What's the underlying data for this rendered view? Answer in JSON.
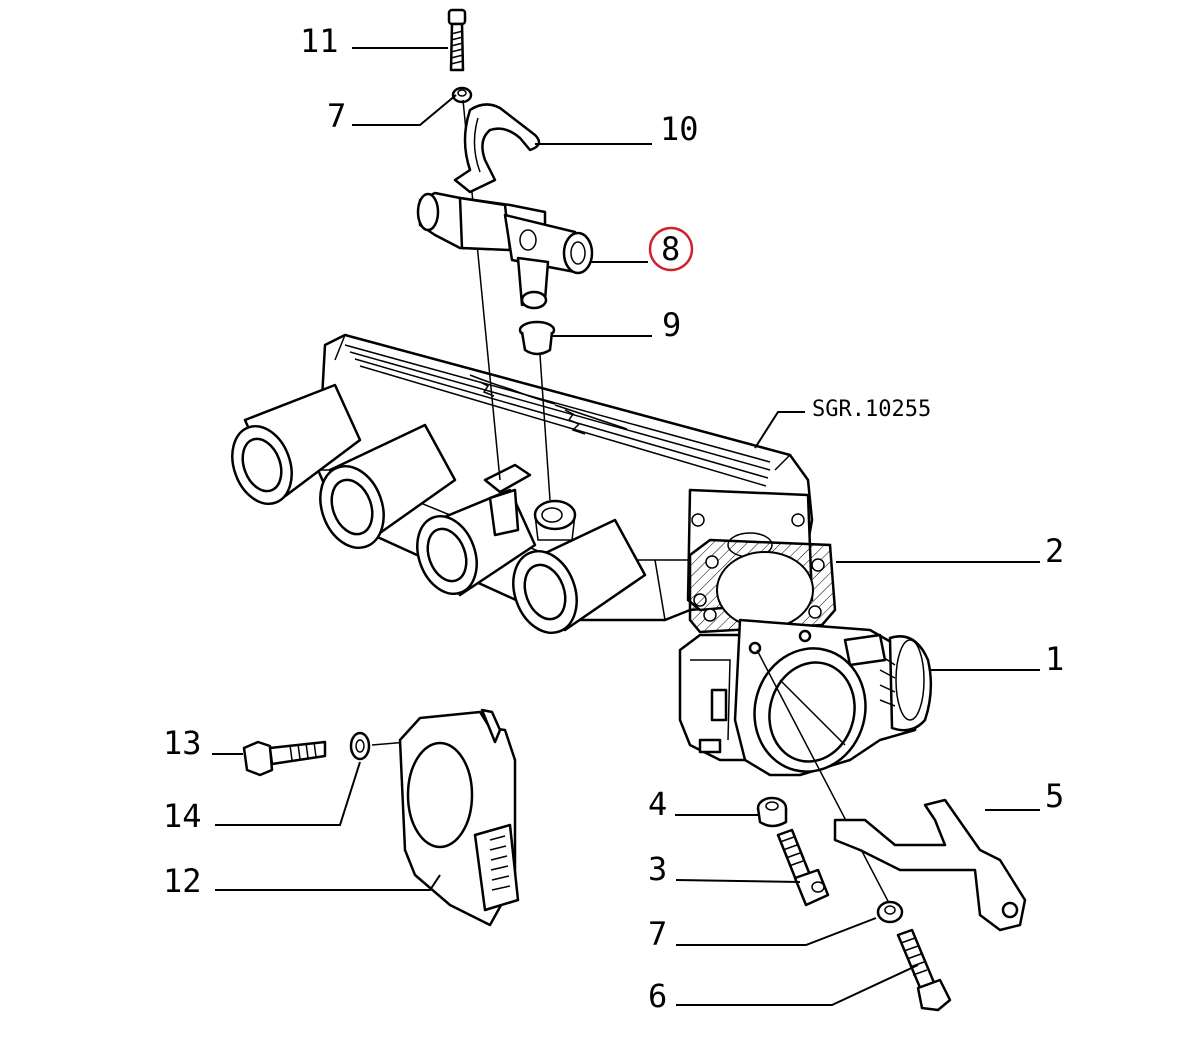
{
  "reference_code": "SGR.10255",
  "highlight_color": "#d0202a",
  "callouts": [
    {
      "id": "11",
      "label": "11"
    },
    {
      "id": "7a",
      "label": "7"
    },
    {
      "id": "10",
      "label": "10"
    },
    {
      "id": "8",
      "label": "8",
      "highlighted": true
    },
    {
      "id": "9",
      "label": "9"
    },
    {
      "id": "2",
      "label": "2"
    },
    {
      "id": "1",
      "label": "1"
    },
    {
      "id": "5",
      "label": "5"
    },
    {
      "id": "4",
      "label": "4"
    },
    {
      "id": "3",
      "label": "3"
    },
    {
      "id": "7b",
      "label": "7"
    },
    {
      "id": "6",
      "label": "6"
    },
    {
      "id": "13",
      "label": "13"
    },
    {
      "id": "14",
      "label": "14"
    },
    {
      "id": "12",
      "label": "12"
    }
  ]
}
